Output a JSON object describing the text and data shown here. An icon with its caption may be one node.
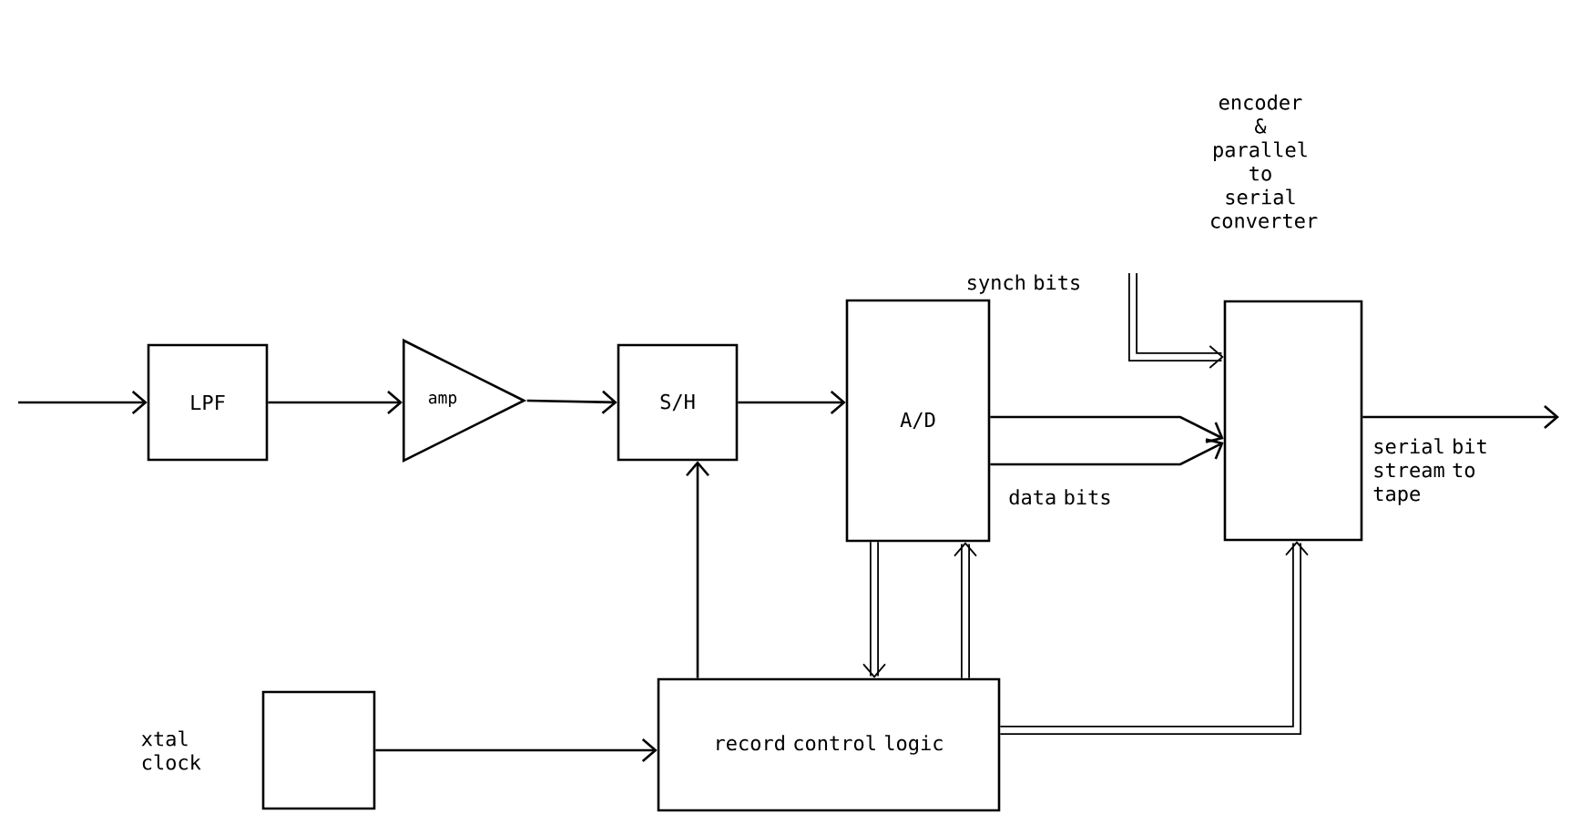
{
  "diagram": {
    "nodes": [
      {
        "text": [
          "LPF"
        ]
      },
      {
        "text": [
          "amp"
        ]
      },
      {
        "text": [
          "S/H"
        ]
      },
      {
        "text": [
          "A/D"
        ]
      },
      {
        "text": [
          "encoder & parallel to serial converter"
        ]
      },
      {
        "text": [],
        "shape": "box",
        "beside": [
          "xtal clock"
        ]
      },
      {
        "text": [
          "record control logic"
        ]
      }
    ],
    "edges": [
      {
        "from": null,
        "to": 0,
        "arrow": "to"
      },
      {
        "from": 0,
        "to": 1,
        "arrow": "to"
      },
      {
        "from": 1,
        "to": 2,
        "arrow": "to"
      },
      {
        "from": 2,
        "to": 3,
        "arrow": "to"
      },
      {
        "from": 6,
        "to": 2,
        "arrow": "to"
      },
      {
        "from": 3,
        "to": 4,
        "arrow": "to"
      },
      {
        "from": 3,
        "to": 4,
        "arrow": "to",
        "label": "data bits"
      },
      {
        "from": null,
        "to": 4,
        "arrow": "to",
        "label": "synch bits",
        "style": "thick"
      },
      {
        "from": 3,
        "to": 6,
        "arrow": "to",
        "style": "thick"
      },
      {
        "from": 6,
        "to": 3,
        "arrow": "to",
        "style": "thick"
      },
      {
        "from": 6,
        "to": 4,
        "arrow": "to",
        "style": "thick"
      },
      {
        "from": 5,
        "to": 6,
        "arrow": "to"
      },
      {
        "from": 4,
        "to": null,
        "arrow": "to",
        "label": "serial bit stream to tape"
      }
    ]
  }
}
